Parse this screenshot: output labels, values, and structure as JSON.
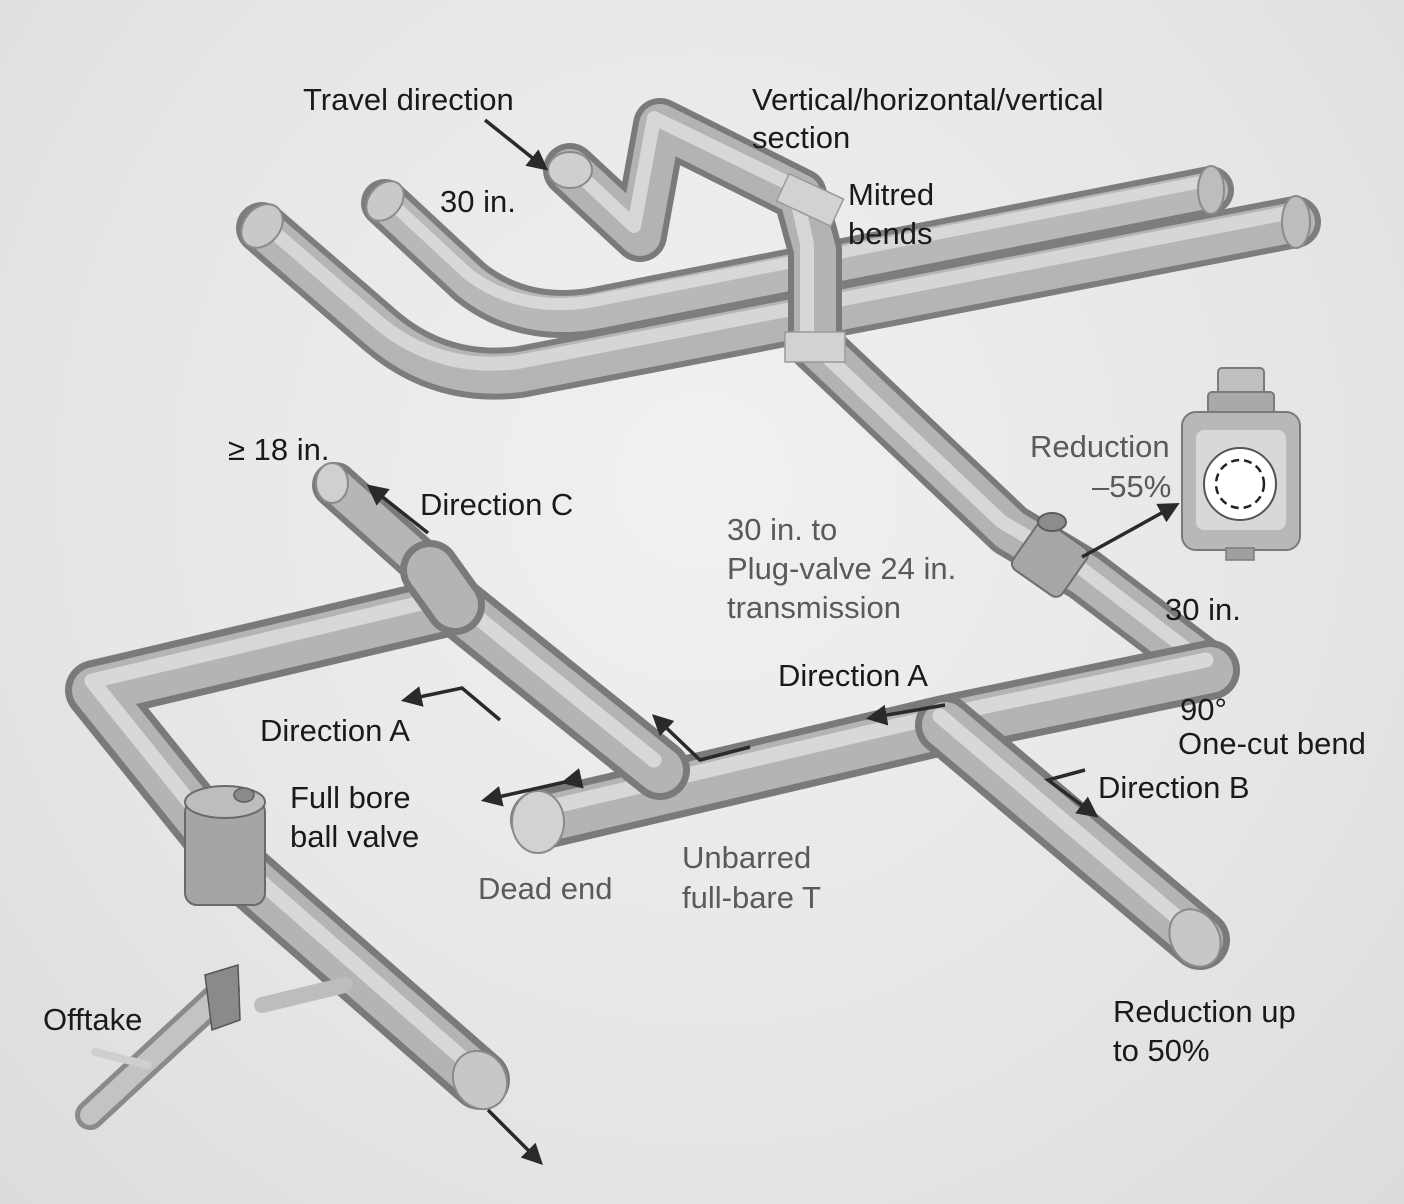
{
  "labels": {
    "travel_direction": "Travel direction",
    "vhv_1": "Vertical/horizontal/vertical",
    "vhv_2": "section",
    "size_30_top": "30 in.",
    "mitred_1": "Mitred",
    "mitred_2": "bends",
    "size_18": "≥ 18 in.",
    "direction_c": "Direction C",
    "reduction_1": "Reduction",
    "reduction_2": "–55%",
    "plug_1": "30 in. to",
    "plug_2": "Plug-valve 24 in.",
    "plug_3": "transmission",
    "size_30_right": "30 in.",
    "direction_a_right": "Direction A",
    "bend_1": "90°",
    "bend_2": "One-cut bend",
    "direction_a_left": "Direction A",
    "ball_valve_1": "Full bore",
    "ball_valve_2": "ball valve",
    "direction_b": "Direction B",
    "dead_end": "Dead end",
    "tee_1": "Unbarred",
    "tee_2": "full-bare T",
    "reduction50_1": "Reduction up",
    "reduction50_2": "to 50%",
    "offtake": "Offtake"
  },
  "colors": {
    "pipe_light": "#d8d8d8",
    "pipe_mid": "#a8a8a8",
    "pipe_dark": "#7c7c7c",
    "arrow": "#2a2a2a",
    "text": "#1a1a1a",
    "text_grey": "#5a5a5a"
  }
}
